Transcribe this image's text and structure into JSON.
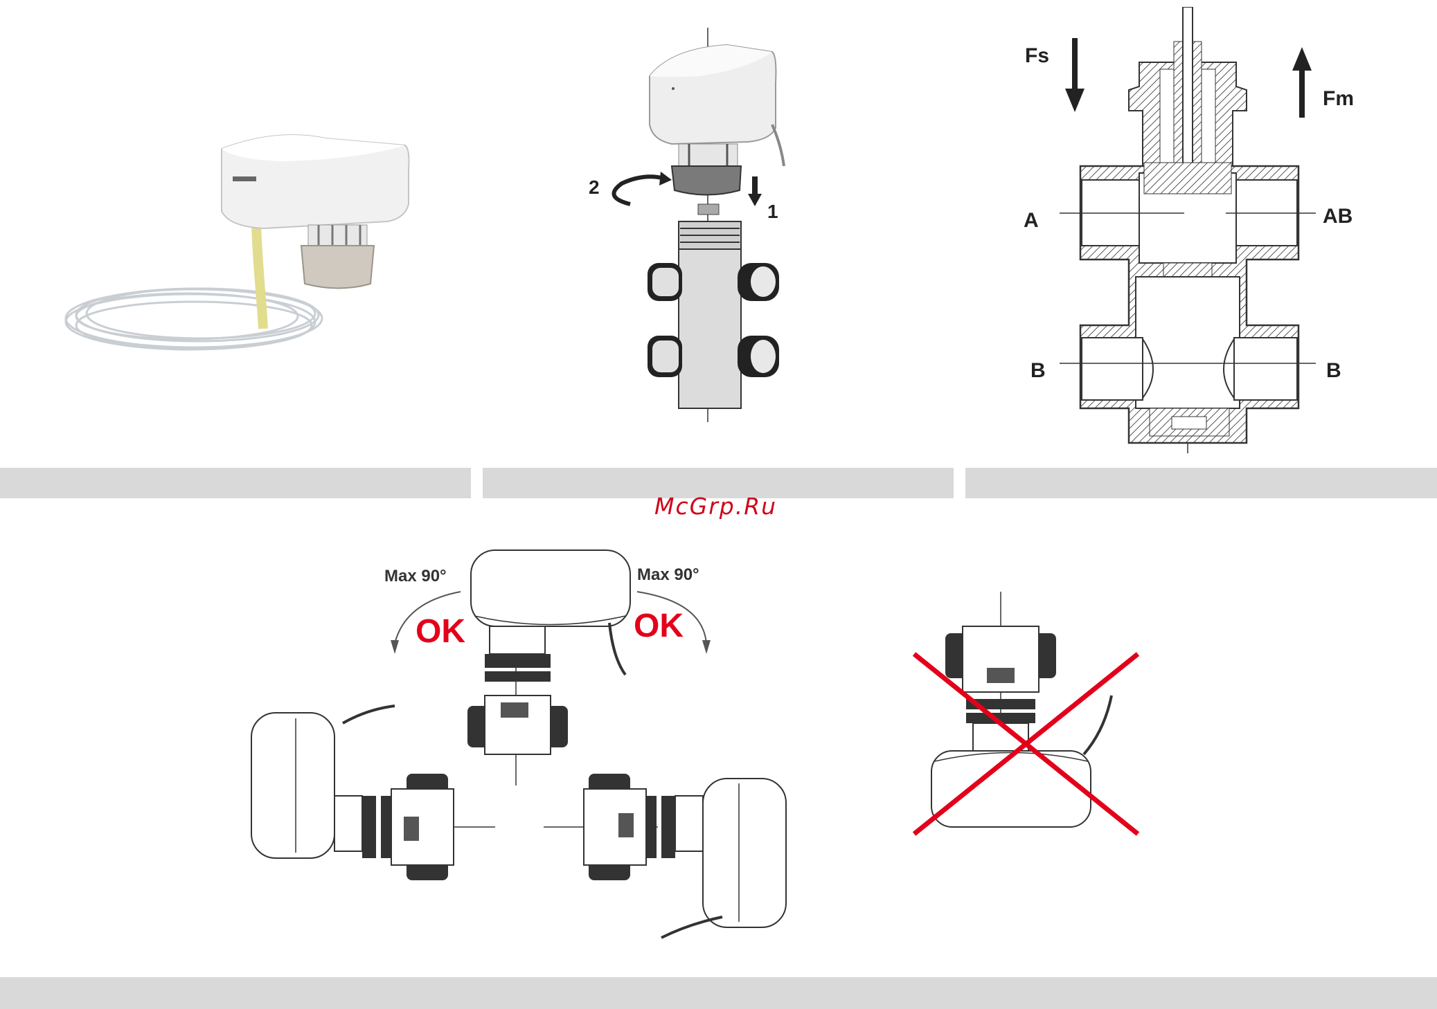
{
  "watermark": "McGrp.Ru",
  "mounting": {
    "step_turn": "2",
    "step_push": "1"
  },
  "section": {
    "force_spring": "Fs",
    "force_motor": "Fm",
    "port_a": "A",
    "port_ab": "AB",
    "port_b_left": "B",
    "port_b_right": "B"
  },
  "orientation": {
    "max_left": "Max 90°",
    "max_right": "Max 90°",
    "ok_left": "OK",
    "ok_right": "OK"
  },
  "colors": {
    "ok_text": "#e3001b",
    "cross": "#e3001b",
    "caption_bar": "#d9d9d9"
  }
}
